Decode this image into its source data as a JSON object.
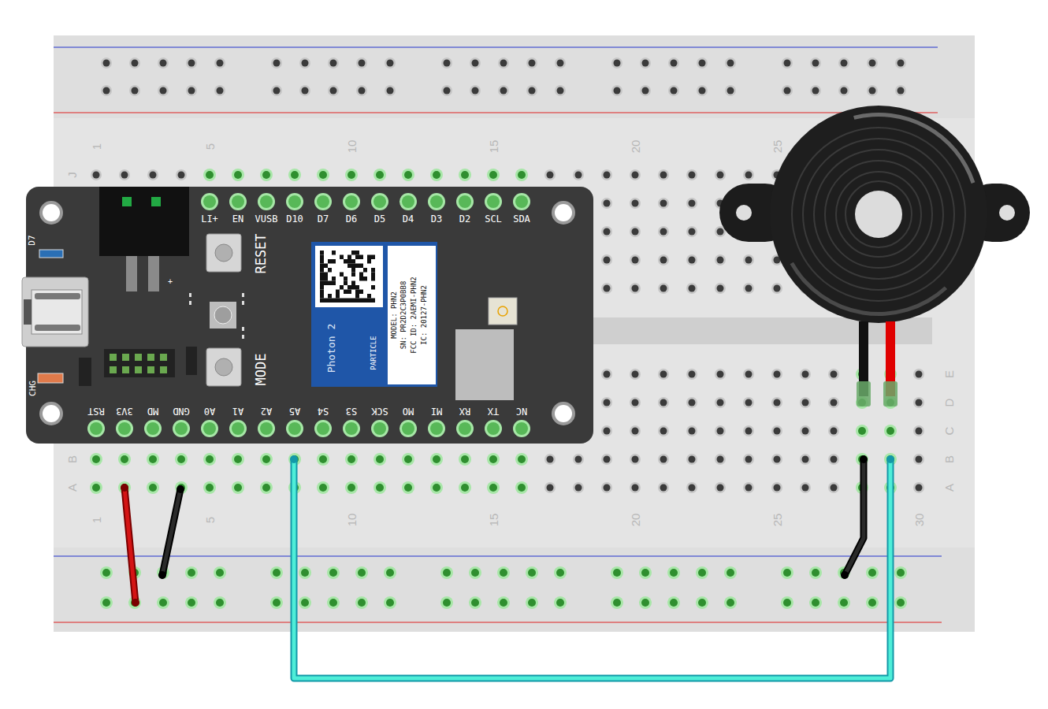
{
  "diagram": {
    "labels": [
      "1",
      "5",
      "10",
      "15",
      "20",
      "25",
      "J",
      "LI+",
      "EN",
      "VUSB",
      "D10",
      "D7",
      "D6",
      "D5",
      "D4",
      "D3",
      "D2",
      "SCL",
      "SDA",
      "RESET",
      "MODE",
      "D7",
      "CHG",
      "+",
      "Photon 2",
      "PARTICLE",
      "MODEL: PHN2",
      "SN: PR2D2C3P0BB8",
      "FCC ID: 2AEMI-PHN2",
      "IC: 20127-PHN2",
      "RST",
      "3V3",
      "MD",
      "GND",
      "A0",
      "A1",
      "A2",
      "A5",
      "S4",
      "S3",
      "SCK",
      "MO",
      "MI",
      "RX",
      "TX",
      "NC",
      "B",
      "A",
      "1",
      "5",
      "10",
      "15",
      "20",
      "25",
      "30",
      "E",
      "D",
      "C",
      "B",
      "A"
    ]
  }
}
